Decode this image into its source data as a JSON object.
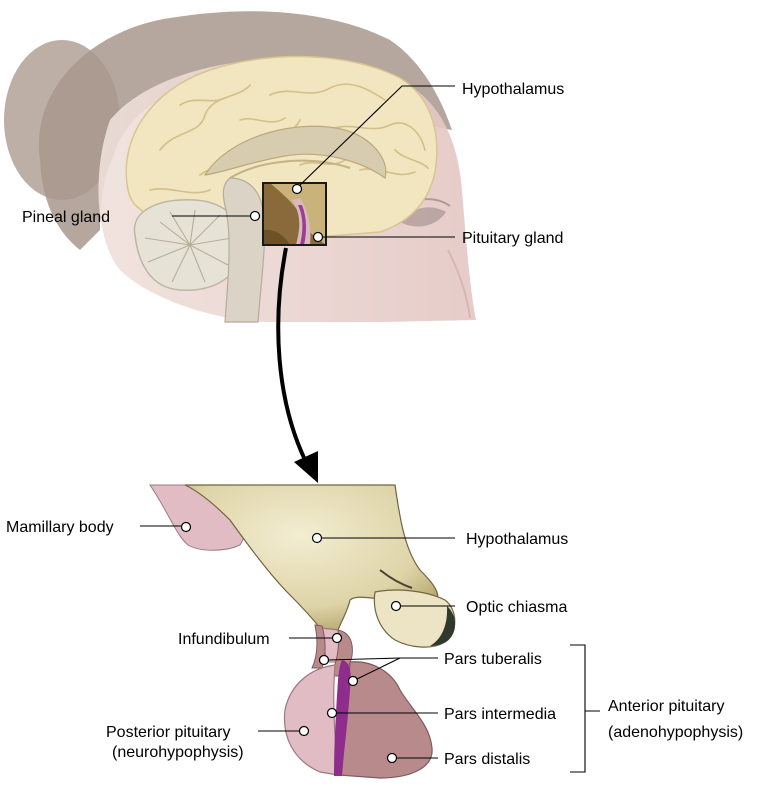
{
  "top_labels": {
    "hypothalamus": "Hypothalamus",
    "pineal": "Pineal gland",
    "pituitary": "Pituitary gland"
  },
  "bottom_labels": {
    "mamillary": "Mamillary body",
    "hypothalamus": "Hypothalamus",
    "optic": "Optic chiasma",
    "infundibulum": "Infundibulum",
    "pars_tuberalis": "Pars tuberalis",
    "pars_intermedia": "Pars intermedia",
    "pars_distalis": "Pars distalis",
    "posterior_line1": "Posterior pituitary",
    "posterior_line2": "(neurohypophysis)",
    "anterior_line1": "Anterior pituitary",
    "anterior_line2": "(adenohypophysis)"
  },
  "colors": {
    "skin": "#ead6cf",
    "hair": "#a9978c",
    "brain": "#f1e6c0",
    "brain_fold": "#d8c79a",
    "cerebellum": "#e8e3d6",
    "hypothalamus_tissue": "#e4dcb8",
    "posterior_pituitary": "#e2bcc4",
    "anterior_pituitary": "#b98a8c",
    "pars_intermedia": "#8e2d8c",
    "optic_tip": "#2f3a2c"
  }
}
